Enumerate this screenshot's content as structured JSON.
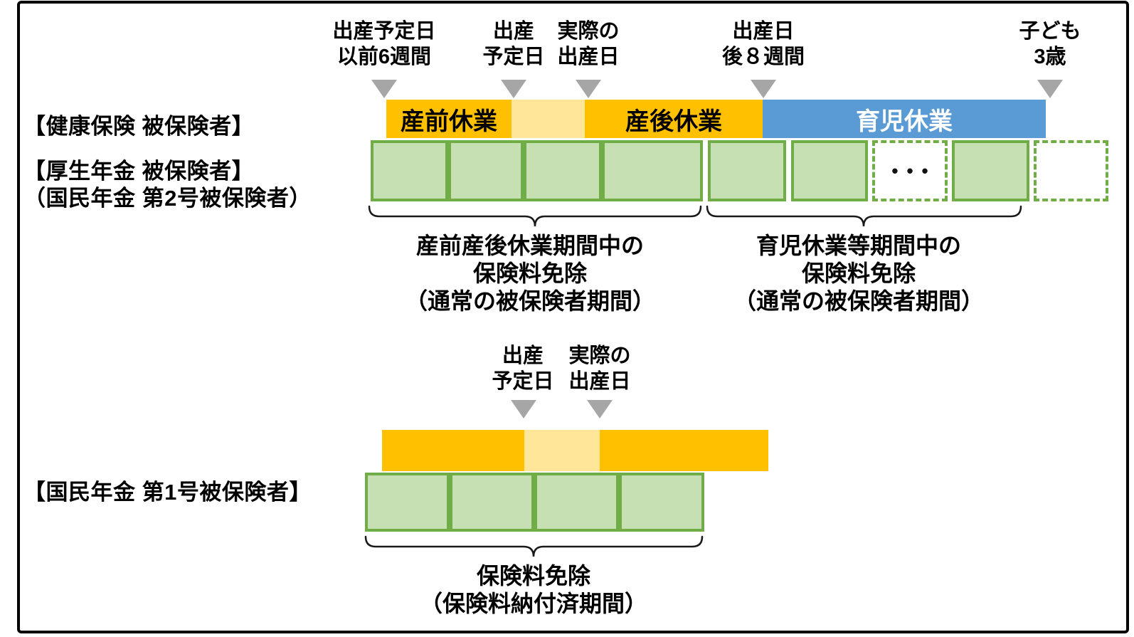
{
  "colors": {
    "orange": "#FFC000",
    "pale_yellow": "#FFE699",
    "blue": "#5B9BD5",
    "green_border": "#70AD47",
    "green_fill": "#C6E0B4",
    "marker_gray": "#A6A6A6"
  },
  "top_markers": [
    {
      "line1": "出産予定日",
      "line2": "以前6週間"
    },
    {
      "line1": "出産",
      "line2": "予定日"
    },
    {
      "line1": "実際の",
      "line2": "出産日"
    },
    {
      "line1": "出産日",
      "line2": "後８週間"
    },
    {
      "line1": "子ども",
      "line2": "3歳"
    }
  ],
  "row_labels": {
    "kenko": "【健康保険 被保険者】",
    "kosei_line1": "【厚生年金 被保険者】",
    "kosei_line2": "（国民年金 第2号被保険者）",
    "kokumin1": "【国民年金 第1号被保険者】"
  },
  "leave_bar": {
    "sanzen": "産前休業",
    "sango": "産後休業",
    "ikuji": "育児休業"
  },
  "ellipsis": "•••",
  "annotations": {
    "sanzen_sango": {
      "line1": "産前産後休業期間中の",
      "line2": "保険料免除",
      "line3": "（通常の被保険者期間）"
    },
    "ikuji": {
      "line1": "育児休業等期間中の",
      "line2": "保険料免除",
      "line3": "（通常の被保険者期間）"
    },
    "kokumin": {
      "line1": "保険料免除",
      "line2": "（保険料納付済期間）"
    }
  },
  "bottom_markers": [
    {
      "line1": "出産",
      "line2": "予定日"
    },
    {
      "line1": "実際の",
      "line2": "出産日"
    }
  ]
}
